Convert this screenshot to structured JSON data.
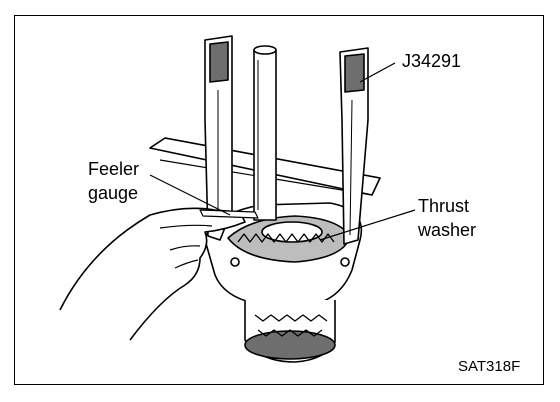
{
  "labels": {
    "tool_id": "J34291",
    "feeler_line1": "Feeler",
    "feeler_line2": "gauge",
    "thrust_line1": "Thrust",
    "thrust_line2": "washer",
    "figure_code": "SAT318F"
  },
  "colors": {
    "ink": "#000000",
    "paper": "#ffffff",
    "shade": "#bdbdbd",
    "dark_shade": "#6e6e6e"
  }
}
